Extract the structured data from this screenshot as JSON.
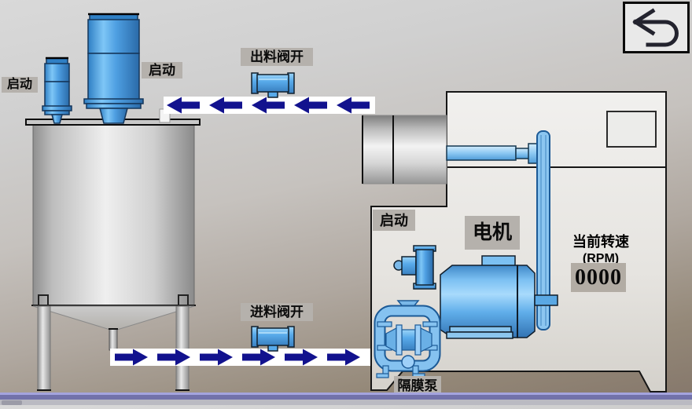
{
  "header": {
    "back_button": {
      "icon": "return-arrow-icon"
    }
  },
  "tank_station": {
    "agitator1_start_label": "启动",
    "agitator2_start_label": "启动",
    "discharge_valve_label": "出料阀开",
    "feed_valve_label": "进料阀开"
  },
  "machine_station": {
    "start_label": "启动",
    "motor_label": "电机",
    "rpm_title": "当前转速",
    "rpm_unit": "(RPM)",
    "rpm_value": "0000",
    "pump_label": "隔膜泵"
  },
  "colors": {
    "flow_arrow_navy": "#12128e",
    "pipe_white": "#ffffff",
    "equipment_blue": "#5aaee8",
    "label_bg_gray": "#b5b1ac",
    "display_bg_gray": "#b2aca4",
    "machine_panel": "#e9e8e5",
    "taskbar_purple": "#7272aa",
    "background_top": "#d9d9d9",
    "background_bottom": "#84766a"
  }
}
